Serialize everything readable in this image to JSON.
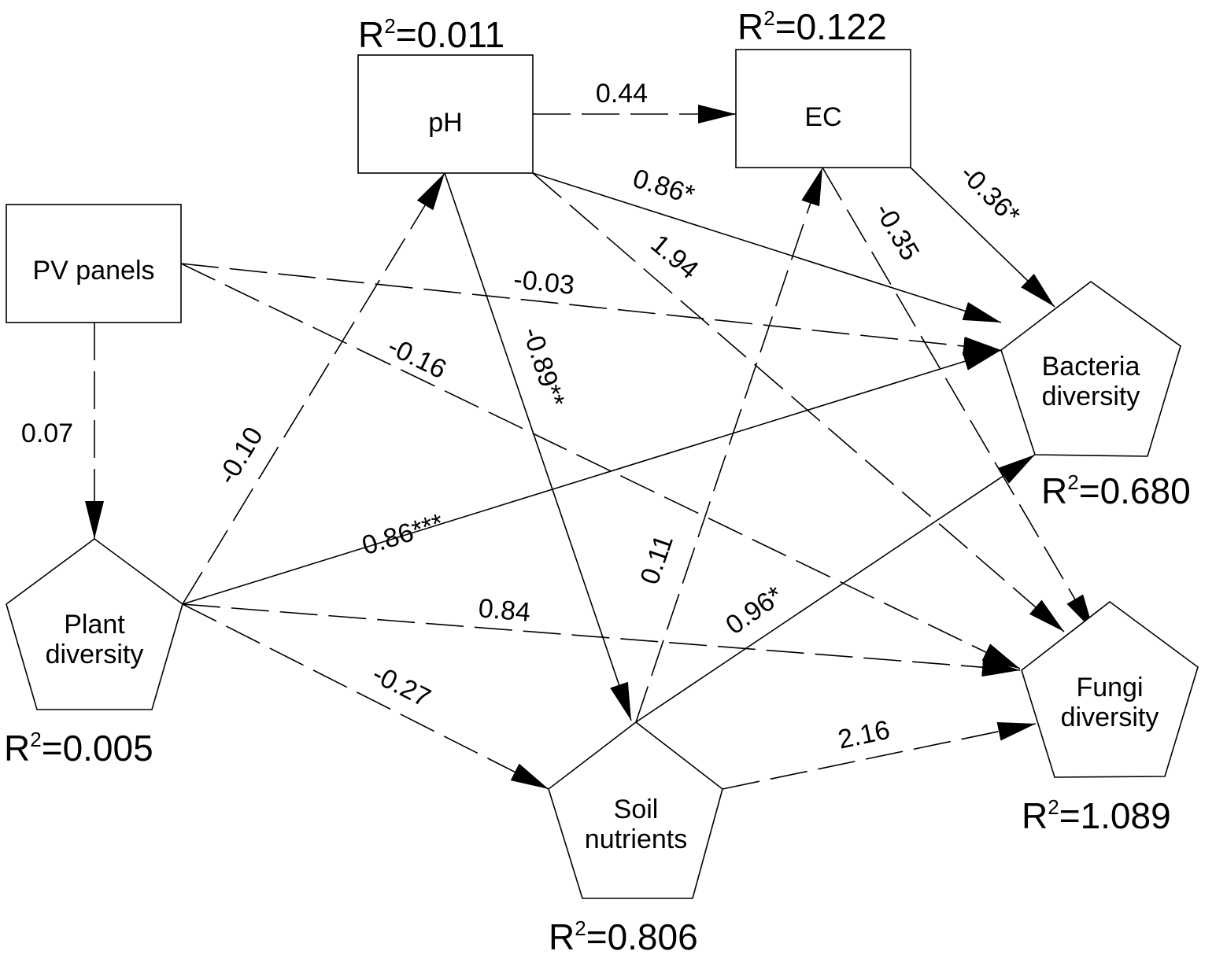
{
  "nodes": {
    "ph": {
      "label": "pH",
      "r2": "=0.011"
    },
    "ec": {
      "label": "EC",
      "r2": "=0.122"
    },
    "pv": {
      "label": "PV panels"
    },
    "plant": {
      "label_lines": [
        "Plant",
        "diversity"
      ],
      "r2": "=0.005"
    },
    "soil": {
      "label_lines": [
        "Soil",
        "nutrients"
      ],
      "r2": "=0.806"
    },
    "bacteria": {
      "label_lines": [
        "Bacteria",
        "diversity"
      ],
      "r2": "=0.680"
    },
    "fungi": {
      "label_lines": [
        "Fungi",
        "diversity"
      ],
      "r2": "=1.089"
    }
  },
  "r2_prefix": "R",
  "r2_sup": "2",
  "edges": [
    {
      "from": "pH",
      "to": "EC",
      "coef": "0.44",
      "style": "dashed"
    },
    {
      "from": "pH",
      "to": "Bacteria diversity",
      "coef": "0.86*",
      "style": "solid"
    },
    {
      "from": "pH",
      "to": "Fungi diversity",
      "coef": "1.94",
      "style": "dashed"
    },
    {
      "from": "pH",
      "to": "Soil nutrients",
      "coef": "-0.89**",
      "style": "solid"
    },
    {
      "from": "EC",
      "to": "Fungi diversity",
      "coef": "-0.35",
      "style": "dashed"
    },
    {
      "from": "EC",
      "to": "Bacteria diversity",
      "coef": "-0.36*",
      "style": "solid"
    },
    {
      "from": "PV panels",
      "to": "Bacteria diversity",
      "coef": "-0.03",
      "style": "dashed"
    },
    {
      "from": "PV panels",
      "to": "Fungi diversity",
      "coef": "-0.16",
      "style": "dashed"
    },
    {
      "from": "PV panels",
      "to": "Plant diversity",
      "coef": "0.07",
      "style": "dashed"
    },
    {
      "from": "Plant diversity",
      "to": "pH",
      "coef": "-0.10",
      "style": "dashed"
    },
    {
      "from": "Plant diversity",
      "to": "Bacteria diversity",
      "coef": "0.86***",
      "style": "solid"
    },
    {
      "from": "Plant diversity",
      "to": "Fungi diversity",
      "coef": "0.84",
      "style": "dashed"
    },
    {
      "from": "Plant diversity",
      "to": "Soil nutrients",
      "coef": "-0.27",
      "style": "dashed"
    },
    {
      "from": "Soil nutrients",
      "to": "EC",
      "coef": "0.11",
      "style": "dashed"
    },
    {
      "from": "Soil nutrients",
      "to": "Bacteria diversity",
      "coef": "0.96*",
      "style": "solid"
    },
    {
      "from": "Soil nutrients",
      "to": "Fungi diversity",
      "coef": "2.16",
      "style": "dashed"
    }
  ]
}
